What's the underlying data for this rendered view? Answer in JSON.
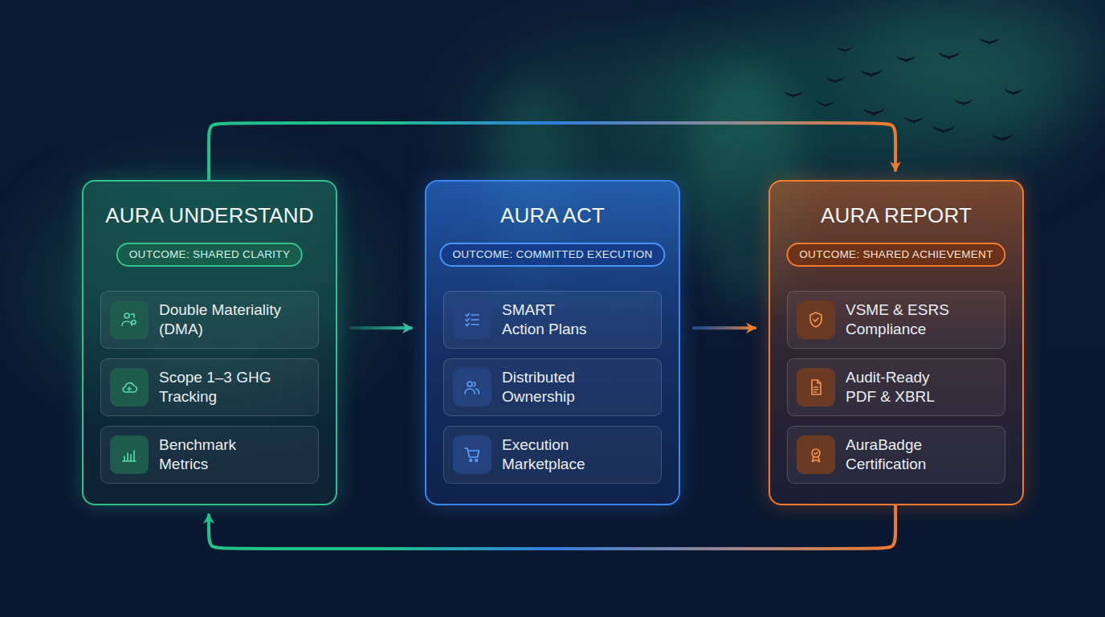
{
  "diagram": {
    "nodes": [
      {
        "text": [
          "AURA UNDERSTAND"
        ]
      },
      {
        "text": [
          "OUTCOME: SHARED CLARITY"
        ],
        "in": 0
      },
      {
        "text": [
          "Double Materiality (DMA)"
        ],
        "in": 0
      },
      {
        "text": [
          "Scope 1–3 GHG Tracking"
        ],
        "in": 0
      },
      {
        "text": [
          "Benchmark Metrics"
        ],
        "in": 0
      },
      {
        "text": [
          "AURA ACT"
        ]
      },
      {
        "text": [
          "OUTCOME: COMMITTED EXECUTION"
        ],
        "in": 5
      },
      {
        "text": [
          "SMART Action Plans"
        ],
        "in": 5
      },
      {
        "text": [
          "Distributed Ownership"
        ],
        "in": 5
      },
      {
        "text": [
          "Execution Marketplace"
        ],
        "in": 5
      },
      {
        "text": [
          "AURA REPORT"
        ]
      },
      {
        "text": [
          "OUTCOME: SHARED ACHIEVEMENT"
        ],
        "in": 10
      },
      {
        "text": [
          "VSME & ESRS Compliance"
        ],
        "in": 10
      },
      {
        "text": [
          "Audit-Ready PDF & XBRL"
        ],
        "in": 10
      },
      {
        "text": [
          "AuraBadge Certification"
        ],
        "in": 10
      }
    ],
    "edges": [
      {
        "from": 0,
        "to": 5,
        "arrow": "to"
      },
      {
        "from": 5,
        "to": 10,
        "arrow": "to"
      },
      {
        "from": 0,
        "to": 10,
        "arrow": "to"
      },
      {
        "from": 10,
        "to": 0,
        "arrow": "to"
      }
    ]
  }
}
